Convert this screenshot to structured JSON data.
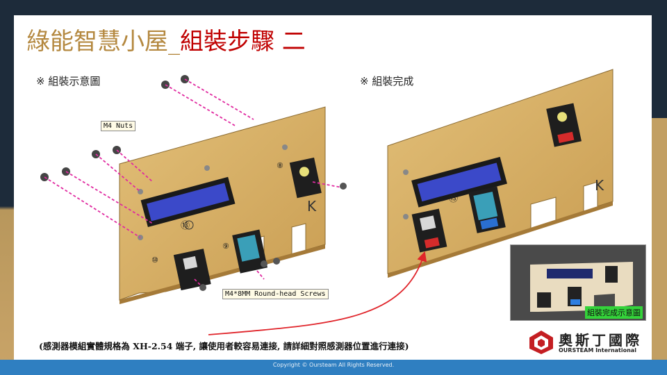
{
  "title": {
    "part1": "綠能智慧小屋_",
    "part2": "組裝步驟 二"
  },
  "labels": {
    "left": "※ 組裝示意圖",
    "right": "※ 組裝完成"
  },
  "callouts": {
    "nuts": "M4 Nuts",
    "screws": "M4*8MM Round-head Screws"
  },
  "board_marks": {
    "lcd": "⑬",
    "num8": "⑧",
    "num9": "⑨",
    "num10": "⑩",
    "k": "K"
  },
  "photo_caption": "組裝完成示意圖",
  "note": "(感測器模組實體規格為 XH-2.54 端子, 讓使用者較容易連接, 請詳細對照感測器位置進行連接)",
  "logo": {
    "cn": "奧斯丁國際",
    "en": "OURSTEAM International"
  },
  "footer": "Copyright © Oursteam All Rights Reserved.",
  "colors": {
    "title_gold": "#b4883f",
    "title_red": "#c00000",
    "footer_blue": "#2f7fc1",
    "wood": "#d9b46a",
    "lcd_blue": "#3b49c9",
    "arrow_red": "#e0242a"
  }
}
